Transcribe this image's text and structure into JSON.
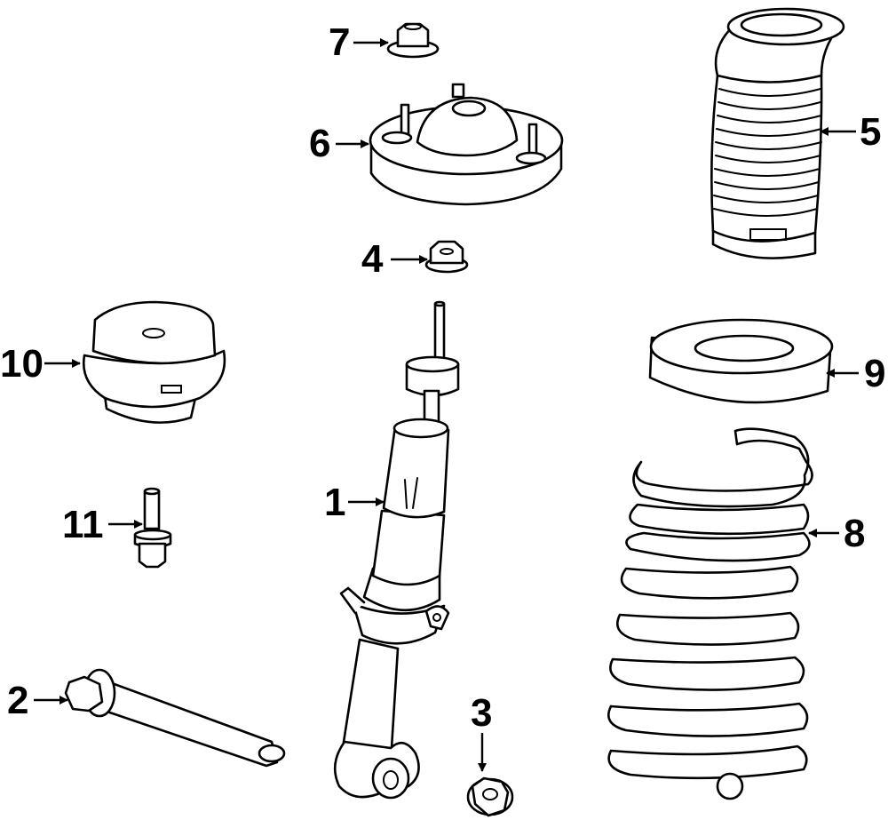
{
  "parts": [
    {
      "id": "shock-absorber",
      "callout": "1"
    },
    {
      "id": "long-bolt",
      "callout": "2"
    },
    {
      "id": "lower-flange-nut",
      "callout": "3"
    },
    {
      "id": "strut-rod-nut",
      "callout": "4"
    },
    {
      "id": "dust-boot",
      "callout": "5"
    },
    {
      "id": "upper-mount",
      "callout": "6"
    },
    {
      "id": "mount-flange-nut",
      "callout": "7"
    },
    {
      "id": "coil-spring",
      "callout": "8"
    },
    {
      "id": "spring-insulator",
      "callout": "9"
    },
    {
      "id": "bump-stop-cup",
      "callout": "10"
    },
    {
      "id": "stud-bolt",
      "callout": "11"
    }
  ]
}
